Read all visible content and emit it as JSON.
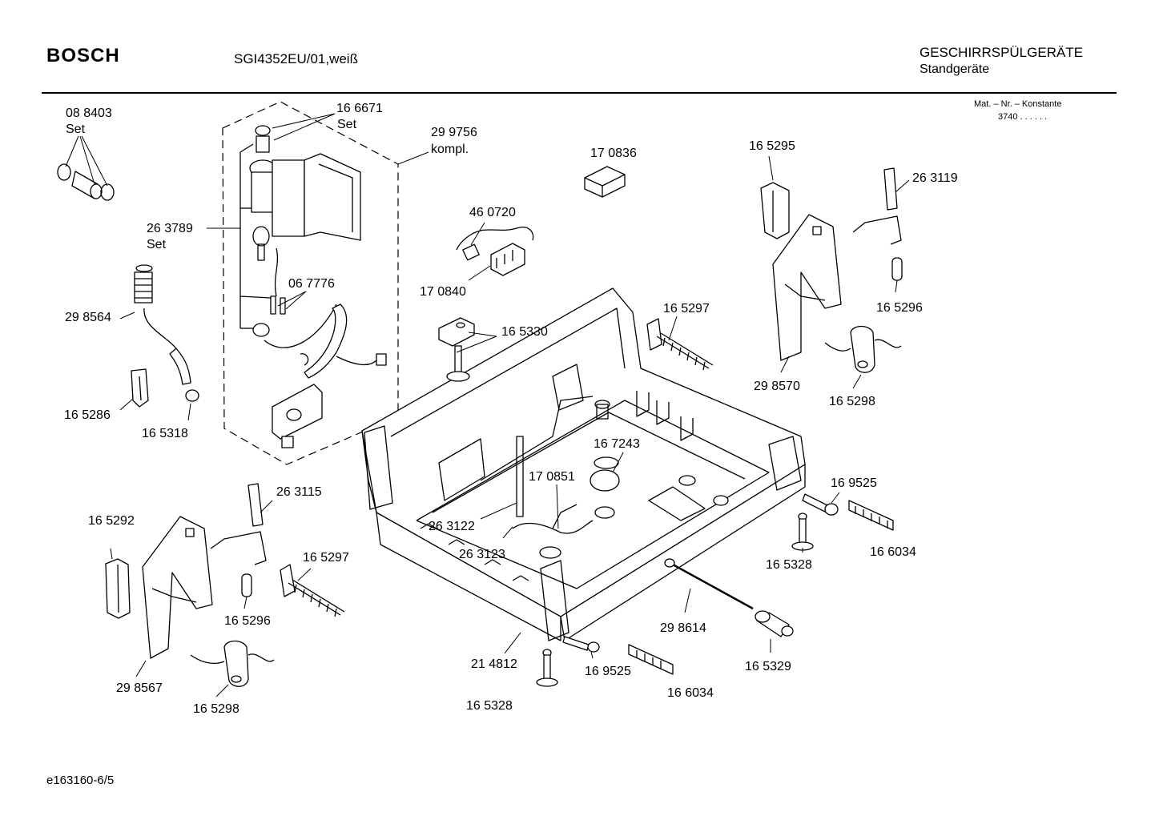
{
  "header": {
    "brand": "BOSCH",
    "model": "SGI4352EU/01,weiß",
    "category": "GESCHIRRSPÜLGERÄTE",
    "subcategory": "Standgeräte",
    "mat_label": "Mat. – Nr. – Konstante",
    "mat_value": "3740 . .   . . . ."
  },
  "footer": {
    "code": "e163160-6/5"
  },
  "labels": {
    "p088403": "08 8403",
    "set_a": "Set",
    "p166671": "16 6671",
    "set_b": "Set",
    "p299756": "29 9756",
    "kompl": "kompl.",
    "p263789": "26 3789",
    "set_c": "Set",
    "p067776": "06 7776",
    "p298564": "29 8564",
    "p165286": "16 5286",
    "p165318": "16 5318",
    "p170836": "17 0836",
    "p460720": "46 0720",
    "p170840": "17 0840",
    "p165330": "16 5330",
    "p165295": "16 5295",
    "p263119": "26 3119",
    "p165296_top": "16 5296",
    "p298570": "29 8570",
    "p165298_top": "16 5298",
    "p165297_top": "16 5297",
    "p167243": "16 7243",
    "p170851": "17 0851",
    "p263122": "26 3122",
    "p263123": "26 3123",
    "p169525_top": "16 9525",
    "p166034_top": "16 6034",
    "p165328_top": "16 5328",
    "p298614": "29 8614",
    "p165329": "16 5329",
    "p214812": "21 4812",
    "p169525_bot": "16 9525",
    "p166034_bot": "16 6034",
    "p165328_bot": "16 5328",
    "p165292": "16 5292",
    "p263115": "26 3115",
    "p165297_bot": "16 5297",
    "p165296_bot": "16 5296",
    "p298567": "29 8567",
    "p165298_bot": "16 5298"
  }
}
